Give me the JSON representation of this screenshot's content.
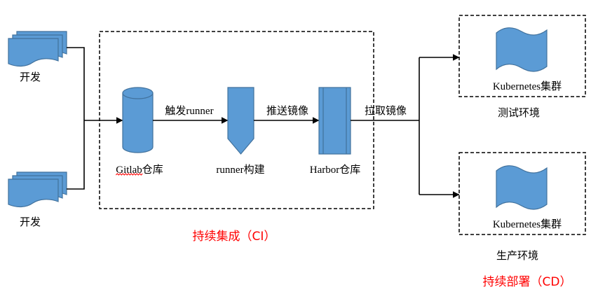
{
  "developers": [
    {
      "label": "开发"
    },
    {
      "label": "开发"
    }
  ],
  "ci": {
    "title": "持续集成（CI）",
    "gitlab_label": "Gitlab仓库",
    "runner_label": "runner构建",
    "harbor_label": "Harbor仓库"
  },
  "edges": {
    "trigger": "触发runner",
    "push": "推送镜像",
    "pull": "拉取镜像"
  },
  "cd": {
    "title": "持续部署（CD）",
    "environments": [
      {
        "cluster": "Kubernetes集群",
        "name": "测试环境"
      },
      {
        "cluster": "Kubernetes集群",
        "name": "生产环境"
      }
    ]
  },
  "shapes": {
    "developer": "multi-document-icon",
    "gitlab": "cylinder-icon",
    "runner": "off-page-connector-icon",
    "harbor": "predefined-process-icon",
    "cluster": "punched-tape-icon"
  },
  "colors": {
    "node_fill": "#5b9bd5",
    "node_stroke": "#41719c",
    "line": "#000000",
    "stage_title": "#ff0000",
    "spellcheck": "#ff0000"
  }
}
